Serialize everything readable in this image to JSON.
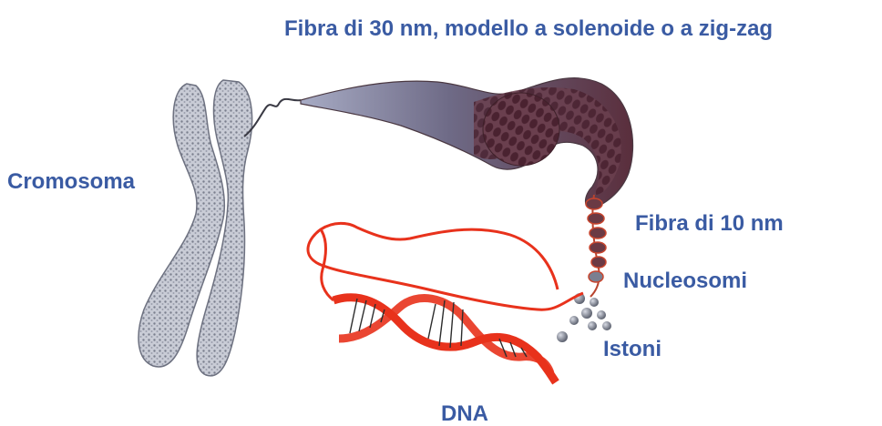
{
  "labels": {
    "fibra_30nm": "Fibra di 30 nm, modello a solenoide o a zig-zag",
    "cromosoma": "Cromosoma",
    "fibra_10nm": "Fibra di 10 nm",
    "nucleosomi": "Nucleosomi",
    "istoni": "Istoni",
    "dna": "DNA"
  },
  "colors": {
    "label_text": "#3a5ba3",
    "dna_strand": "#e8321c",
    "fiber_light": "#8f93ad",
    "fiber_dark": "#5a3340",
    "chromosome": "#b9bcc8",
    "histone": "#8a8e9c"
  }
}
